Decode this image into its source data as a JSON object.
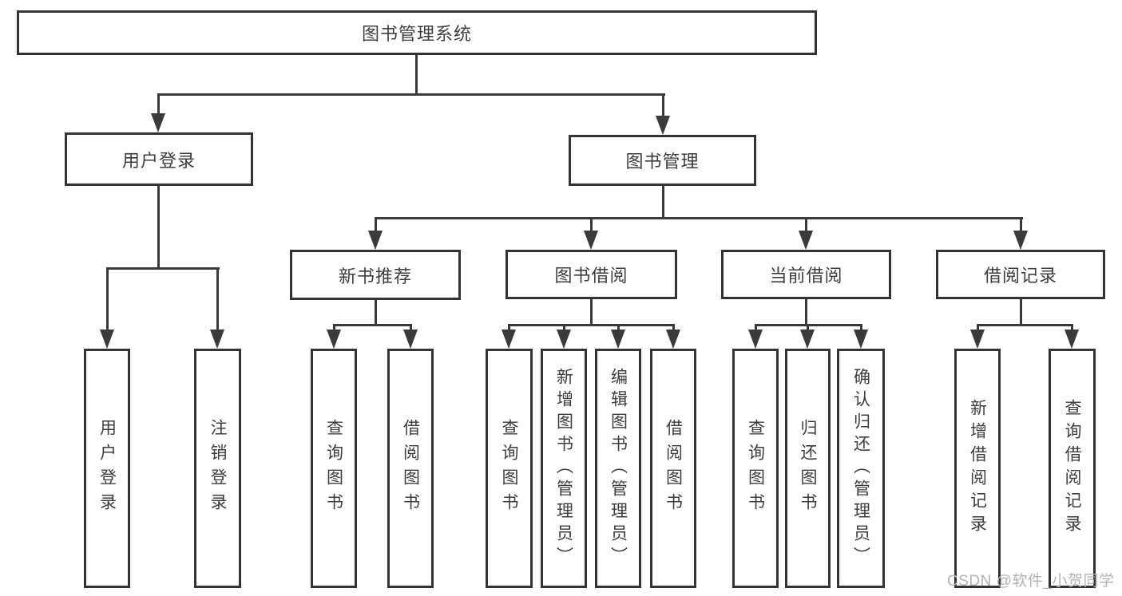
{
  "tree": {
    "root": {
      "label": "图书管理系统"
    },
    "branches": [
      {
        "label": "用户登录",
        "children": [
          {
            "label": "用户登录"
          },
          {
            "label": "注销登录"
          }
        ]
      },
      {
        "label": "图书管理",
        "children": [
          {
            "label": "新书推荐",
            "children": [
              {
                "label": "查询图书"
              },
              {
                "label": "借阅图书"
              }
            ]
          },
          {
            "label": "图书借阅",
            "children": [
              {
                "label": "查询图书"
              },
              {
                "label": "新增图书（管理员）"
              },
              {
                "label": "编辑图书（管理员）"
              },
              {
                "label": "借阅图书"
              }
            ]
          },
          {
            "label": "当前借阅",
            "children": [
              {
                "label": "查询图书"
              },
              {
                "label": "归还图书"
              },
              {
                "label": "确认归还（管理员）"
              }
            ]
          },
          {
            "label": "借阅记录",
            "children": [
              {
                "label": "新增借阅记录"
              },
              {
                "label": "查询借阅记录"
              }
            ]
          }
        ]
      }
    ]
  },
  "watermark": {
    "text": "CSDN @软件_小贺同学"
  },
  "colors": {
    "line": "#3a3a3a",
    "box_border": "#333333",
    "text": "#3d3d3d",
    "watermark": "#b3b3b3",
    "background": "#ffffff"
  }
}
